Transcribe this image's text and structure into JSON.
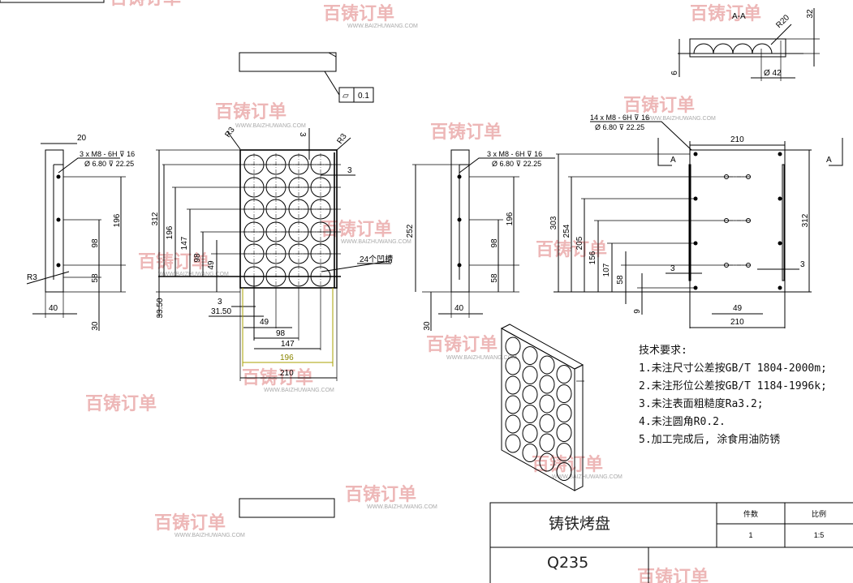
{
  "watermark": {
    "brand": "百铸订单",
    "url": "WWW.BAIZHUWANG.COM"
  },
  "tolerance_frame": {
    "symbol": "▱",
    "value": "0.1"
  },
  "front_view": {
    "corner_radius_left": "R3",
    "corner_radius_right": "R3",
    "top_offset": "3",
    "right_offset": "3",
    "v_dims": [
      "312",
      "196",
      "147",
      "98",
      "49",
      "33.50"
    ],
    "h_dims": [
      "3",
      "31.50",
      "49",
      "98",
      "147",
      "196",
      "210"
    ],
    "callout": "24个凹槽"
  },
  "side_view_left": {
    "width_top": "20",
    "thread_line1": "3 x  M8 - 6H ⊽ 16",
    "thread_line2": "Ø 6.80 ⊽ 22.25",
    "dims": [
      "196",
      "98",
      "58"
    ],
    "radius": "R3",
    "width_bottom": "40",
    "bottom_offset": "30"
  },
  "side_view_mid": {
    "thread_line1": "3 x  M8 - 6H ⊽ 16",
    "thread_line2": "Ø 6.80 ⊽ 22.25",
    "dims": [
      "252",
      "196",
      "98",
      "58"
    ],
    "width_bottom": "40",
    "bottom_offset": "30"
  },
  "back_view": {
    "thread_line1": "14 x  M8 - 6H ⊽ 16",
    "thread_line2": "Ø 6.80 ⊽ 22.25",
    "section_label": "A",
    "top_width": "210",
    "bottom_width": "210",
    "hole_spacing": "49",
    "height": "312",
    "v_dims": [
      "303",
      "254",
      "205",
      "156",
      "107",
      "58",
      "9"
    ],
    "left_offset": "3",
    "right_offset": "3"
  },
  "section_view": {
    "label": "A-A",
    "radius": "R20",
    "diameter": "Ø 42",
    "height": "32",
    "thickness": "6"
  },
  "tech_requirements": {
    "title": "技术要求:",
    "items": [
      "1.未注尺寸公差按GB/T 1804-2000m;",
      "2.未注形位公差按GB/T 1184-1996k;",
      "3.未注表面粗糙度Ra3.2;",
      "4.未注圆角R0.2.",
      "5.加工完成后, 涂食用油防锈"
    ]
  },
  "title_block": {
    "part_name": "铸铁烤盘",
    "qty_label": "件数",
    "qty_value": "1",
    "scale_label": "比例",
    "scale_value": "1:5",
    "material": "Q235"
  }
}
